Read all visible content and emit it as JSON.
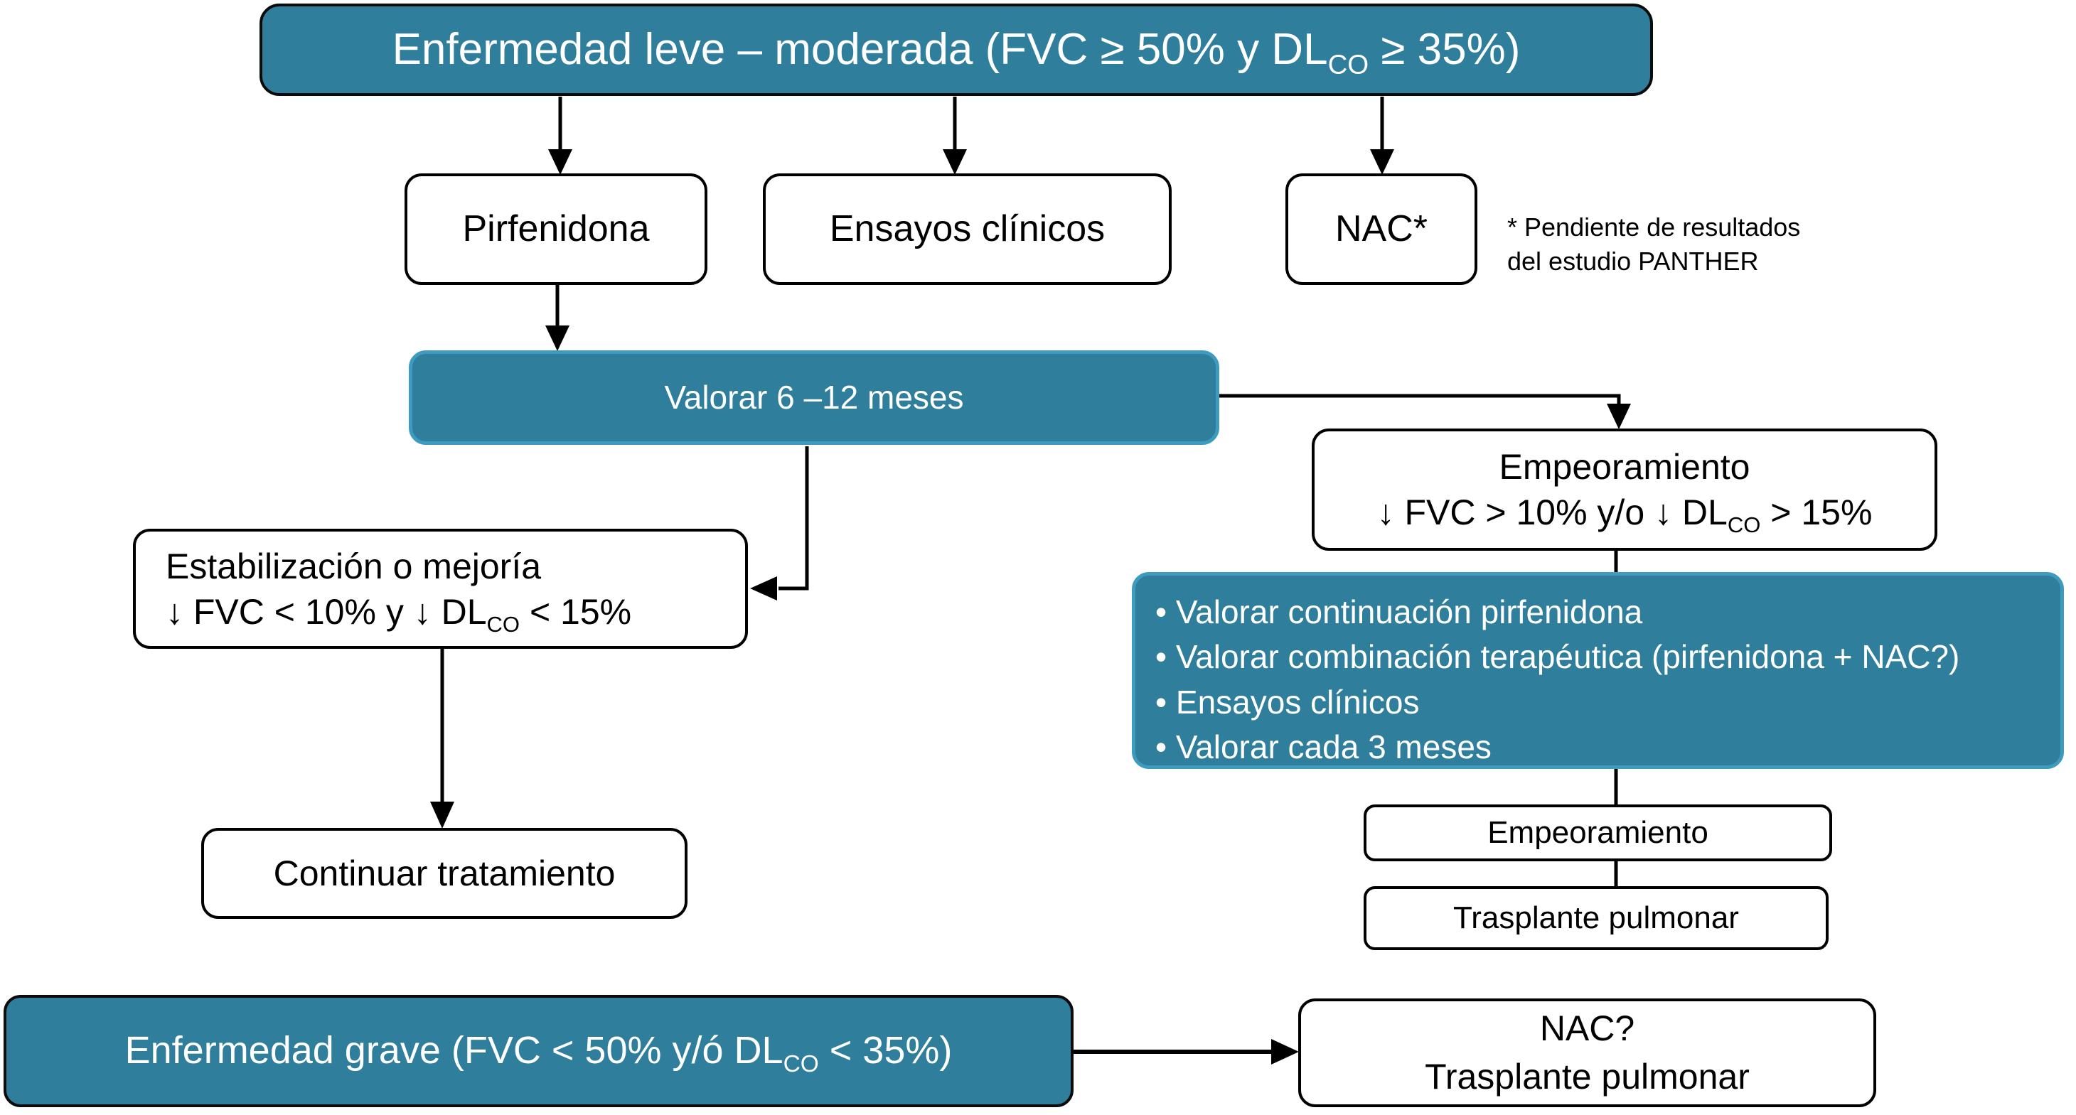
{
  "colors": {
    "teal_fill": "#2E7E9C",
    "teal_border_light": "#3E9BC0",
    "box_border_black": "#000000",
    "text_white": "#ffffff",
    "text_black": "#000000"
  },
  "nodes": {
    "mild_disease": {
      "text_pre": "Enfermedad leve – moderada (FVC ≥ 50% y DL",
      "text_sub": "CO",
      "text_post": " ≥ 35%)"
    },
    "pirfenidona": {
      "label": "Pirfenidona"
    },
    "ensayos": {
      "label": "Ensayos clínicos"
    },
    "nac": {
      "label": "NAC*"
    },
    "footnote": {
      "line1": "* Pendiente de resultados",
      "line2": "del estudio PANTHER"
    },
    "valorar": {
      "label": "Valorar 6 –12 meses"
    },
    "empeoramiento": {
      "line1": "Empeoramiento",
      "line2_pre": "↓ FVC > 10% y/o ↓ DL",
      "line2_sub": "CO",
      "line2_post": " > 15%"
    },
    "estabilizacion": {
      "line1": "Estabilización o mejoría",
      "line2_pre": "↓ FVC < 10% y ↓ DL",
      "line2_sub": "CO",
      "line2_post": " < 15%"
    },
    "plan": {
      "items": [
        "• Valorar continuación pirfenidona",
        "• Valorar combinación terapéutica (pirfenidona + NAC?)",
        "• Ensayos clínicos",
        "• Valorar cada 3 meses"
      ]
    },
    "empeoramiento2": {
      "label": "Empeoramiento"
    },
    "trasplante": {
      "label": "Trasplante pulmonar"
    },
    "continuar": {
      "label": "Continuar tratamiento"
    },
    "severe_disease": {
      "text_pre": "Enfermedad grave (FVC < 50% y/ó DL",
      "text_sub": "CO",
      "text_post": " < 35%)"
    },
    "nac_trasplante": {
      "line1": "NAC?",
      "line2": "Trasplante pulmonar"
    }
  }
}
